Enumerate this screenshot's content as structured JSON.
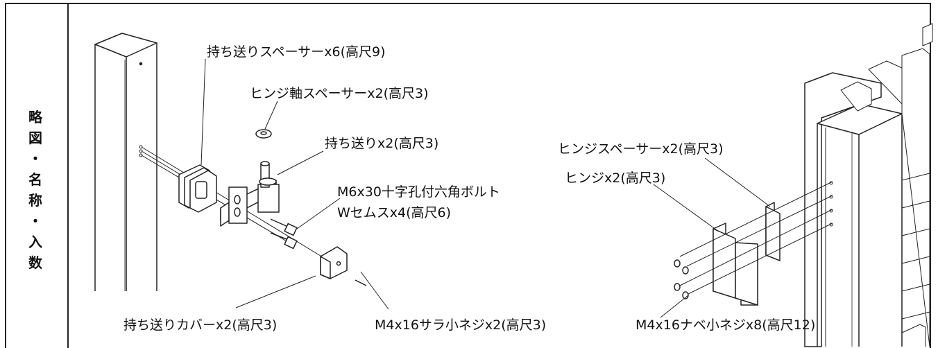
{
  "side_label": [
    "略",
    "図",
    "・",
    "名",
    "称",
    "・",
    "入",
    "数"
  ],
  "labels": {
    "spacer6": "持ち送りスペーサーx6(高尺9)",
    "hinge_axis_spacer": "ヒンジ軸スペーサーx2(高尺3)",
    "mochiokuri": "持ち送りx2(高尺3)",
    "bolt_line1": "M6x30十字孔付六角ボルト",
    "bolt_line2": "Wセムスx4(高尺6)",
    "cover": "持ち送りカバーx2(高尺3)",
    "sara_screw": "M4x16サラ小ネジx2(高尺3)",
    "hinge_spacer": "ヒンジスペーサーx2(高尺3)",
    "hinge": "ヒンジx2(高尺3)",
    "nabe_screw": "M4x16ナベ小ネジx8(高尺12)"
  }
}
